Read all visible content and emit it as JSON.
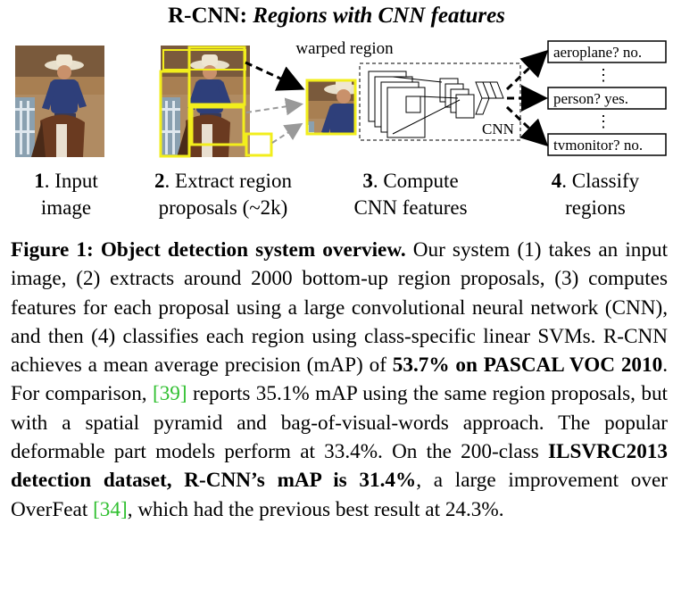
{
  "figure": {
    "title_bold": "R-CNN:",
    "title_italic": "Regions with CNN features",
    "warped_region_label": "warped region",
    "cnn_label": "CNN",
    "classes": [
      {
        "label": "aeroplane? no."
      },
      {
        "label": "person? yes."
      },
      {
        "label": "tvmonitor? no."
      }
    ],
    "ellipsis": "⋮",
    "steps": [
      {
        "num": "1",
        "line1": ". Input",
        "line2": "image"
      },
      {
        "num": "2",
        "line1": ". Extract region",
        "line2": "proposals (~2k)"
      },
      {
        "num": "3",
        "line1": ". Compute",
        "line2": "CNN features"
      },
      {
        "num": "4",
        "line1": ". Classify",
        "line2": "regions"
      }
    ],
    "colors": {
      "highlight": "#f2ee1c",
      "cite": "#2fbf2f"
    },
    "icons": [
      "cowboy-photo",
      "dashed-arrow",
      "cnn-layer-stack"
    ]
  },
  "caption": {
    "label": "Figure 1:",
    "heading": "Object detection system overview.",
    "s1": "Our system (1) takes an input image, (2) extracts around 2000 bottom-up region proposals, (3) computes features for each proposal using a large convolutional neural network (CNN), and then (4) classifies each region using class-specific linear SVMs. R-CNN achieves a mean average precision (mAP) of",
    "b1": "53.7% on PASCAL VOC 2010",
    "s2": ". For comparison,",
    "cite1": "[39]",
    "s3": "reports 35.1% mAP using the same region proposals, but with a spatial pyramid and bag-of-visual-words approach. The popular deformable part models perform at 33.4%. On the 200-class",
    "b2": "ILSVRC2013 detection dataset, R-CNN’s mAP is 31.4%",
    "s4": ", a large improvement over OverFeat",
    "cite2": "[34]",
    "s5": ", which had the previous best result at 24.3%."
  }
}
